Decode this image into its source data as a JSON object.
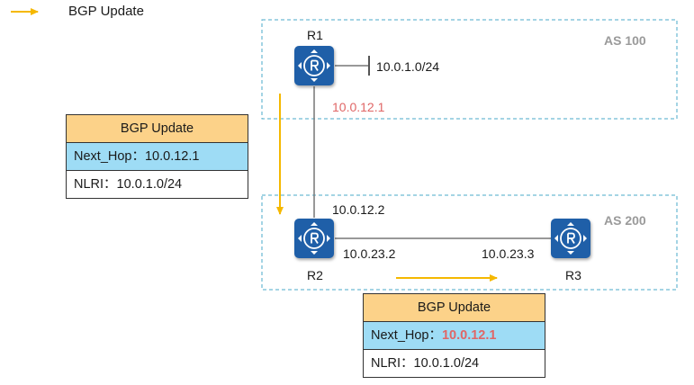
{
  "legend": {
    "label": "BGP Update",
    "arrow_color": "#f5b800"
  },
  "as_zones": [
    {
      "label": "AS 100"
    },
    {
      "label": "AS 200"
    }
  ],
  "routers": {
    "r1": {
      "label": "R1",
      "icon": "router-icon"
    },
    "r2": {
      "label": "R2",
      "icon": "router-icon"
    },
    "r3": {
      "label": "R3",
      "icon": "router-icon"
    }
  },
  "addresses": {
    "r1_network": "10.0.1.0/24",
    "r1_link": "10.0.12.1",
    "r2_link_r1": "10.0.12.2",
    "r2_link_r3": "10.0.23.2",
    "r3_link_r2": "10.0.23.3"
  },
  "updates": [
    {
      "title": "BGP Update",
      "next_hop_label": "Next_Hop：",
      "next_hop_value": "10.0.12.1",
      "nlri_label": "NLRI：",
      "nlri_value": "10.0.1.0/24"
    },
    {
      "title": "BGP Update",
      "next_hop_label": "Next_Hop：",
      "next_hop_value": "10.0.12.1",
      "nlri_label": "NLRI：",
      "nlri_value": "10.0.1.0/24"
    }
  ],
  "colors": {
    "router": "#1f5fa8",
    "zone_border": "#4aa8c8",
    "header_fill": "#fcd289",
    "next_hop_fill": "#9edcf5",
    "highlight": "#e06666",
    "arrow": "#f5b800"
  }
}
